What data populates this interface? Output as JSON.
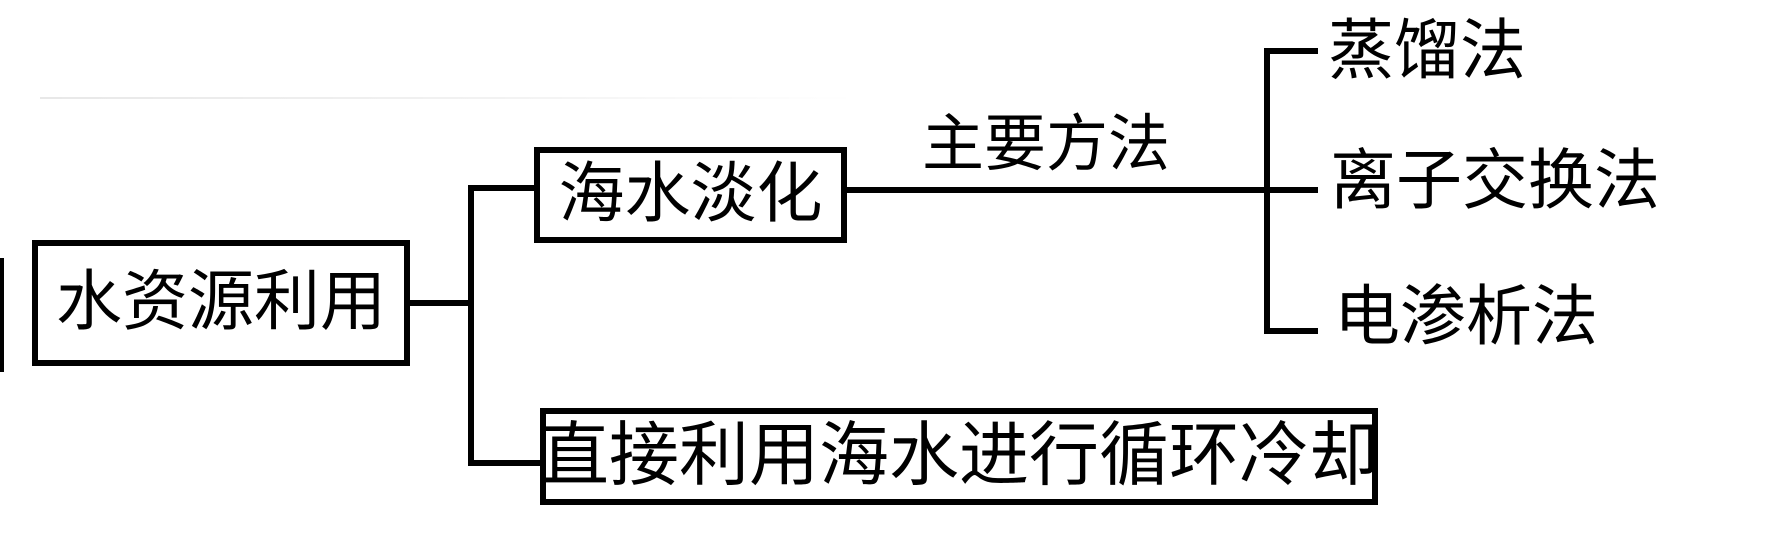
{
  "diagram": {
    "title_node": "水资源利用",
    "branch_desalination": {
      "label": "海水淡化",
      "edge_label": "主要方法",
      "methods": [
        "蒸馏法",
        "离子交换法",
        "电渗析法"
      ]
    },
    "branch_cooling": {
      "label": "直接利用海水进行循环冷却"
    }
  },
  "colors": {
    "line": "#000000",
    "text": "#000000",
    "background": "#ffffff"
  }
}
